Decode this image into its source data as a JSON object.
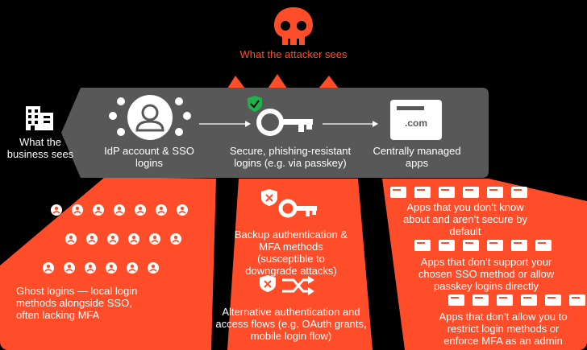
{
  "attacker": {
    "label": "What the attacker sees",
    "icon": "skull-icon"
  },
  "business": {
    "label": "What the business sees",
    "icon": "office-building-icon"
  },
  "flow": {
    "idp": "IdP account & SSO logins",
    "secure": "Secure, phishing-resistant logins (e.g. via passkey)",
    "apps": "Centrally managed apps",
    "domain_text": ".com"
  },
  "ghost": {
    "label": "Ghost logins — local login methods alongside SSO, often lacking MFA"
  },
  "backup": {
    "label": "Backup authentication & MFA methods (susceptible to downgrade attacks)"
  },
  "alt": {
    "label": "Alternative authentication and access flows (e.g. OAuth grants, mobile login flow)"
  },
  "apps_issues": [
    {
      "label": "Apps that you don’t know about and aren’t secure by default"
    },
    {
      "label": "Apps that don’t support your chosen SSO method or allow passkey logins directly"
    },
    {
      "label": "Apps that don’t allow you to restrict login methods or enforce MFA as an admin"
    }
  ],
  "colors": {
    "accent": "#ff4d2a",
    "panel": "#585858",
    "background": "#000000",
    "check": "#1fb24a"
  }
}
